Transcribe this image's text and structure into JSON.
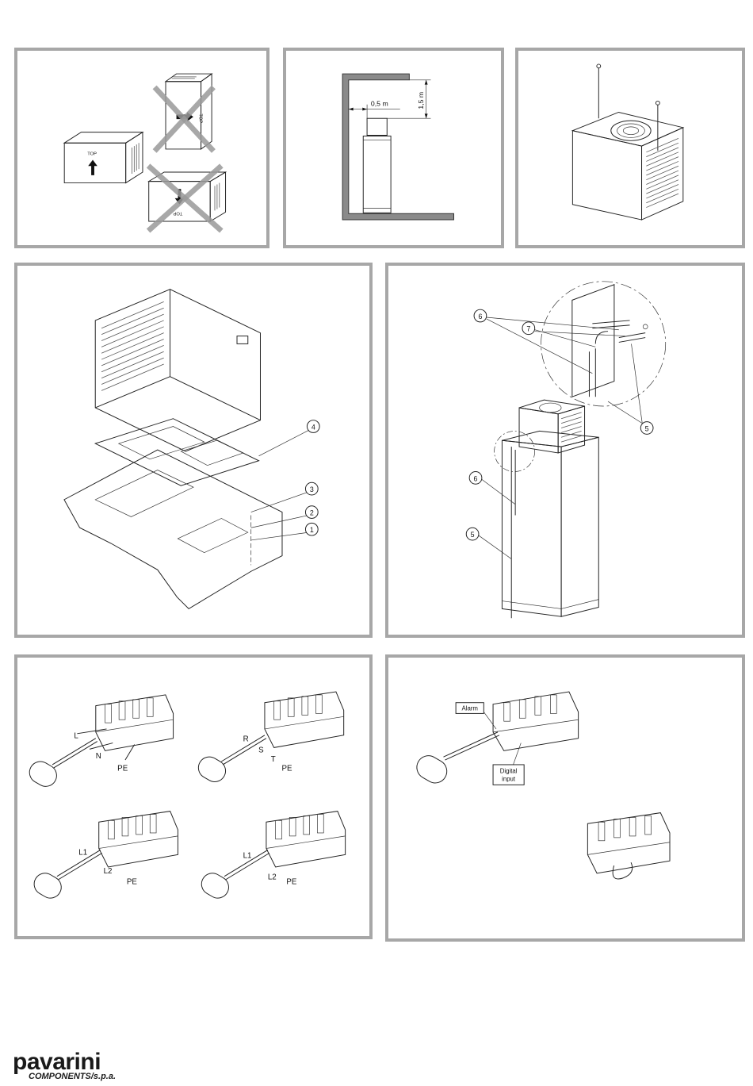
{
  "panel1": {
    "top_label_front": "TOP",
    "top_label_rot": "TOP",
    "top_label_inv": "TOP"
  },
  "panel2": {
    "dim_horizontal": "0,5 m",
    "dim_vertical": "1,5 m"
  },
  "panel4": {
    "callouts": [
      "4",
      "3",
      "2",
      "1"
    ]
  },
  "panel5": {
    "callouts": [
      "6",
      "7",
      "5",
      "6",
      "5"
    ]
  },
  "panel6": {
    "conn1": {
      "l": "L",
      "n": "N",
      "pe": "PE"
    },
    "conn2": {
      "r": "R",
      "s": "S",
      "t": "T",
      "pe": "PE"
    },
    "conn3": {
      "l1": "L1",
      "l2": "L2",
      "pe": "PE"
    },
    "conn4": {
      "l1": "L1",
      "l2": "L2",
      "pe": "PE"
    }
  },
  "panel7": {
    "alarm": "Alarm",
    "digital_line1": "Digital",
    "digital_line2": "input"
  },
  "footer": {
    "brand": "pavarini",
    "subtitle": "COMPONENTS/s.p.a."
  }
}
